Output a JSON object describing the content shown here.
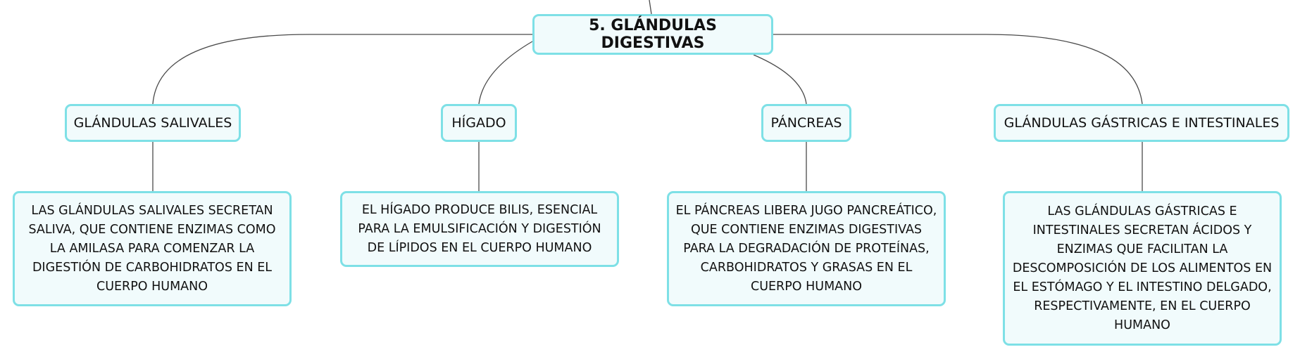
{
  "root": {
    "label": "5. GLÁNDULAS DIGESTIVAS"
  },
  "branches": [
    {
      "topic": "GLÁNDULAS SALIVALES",
      "description": "LAS GLÁNDULAS SALIVALES SECRETAN SALIVA, QUE CONTIENE ENZIMAS COMO LA AMILASA PARA COMENZAR LA DIGESTIÓN DE CARBOHIDRATOS EN EL CUERPO HUMANO"
    },
    {
      "topic": "HÍGADO",
      "description": "EL HÍGADO PRODUCE BILIS, ESENCIAL PARA LA EMULSIFICACIÓN Y DIGESTIÓN DE LÍPIDOS EN EL CUERPO HUMANO"
    },
    {
      "topic": "PÁNCREAS",
      "description": "EL PÁNCREAS LIBERA JUGO PANCREÁTICO, QUE CONTIENE ENZIMAS DIGESTIVAS PARA LA DEGRADACIÓN DE PROTEÍNAS, CARBOHIDRATOS Y GRASAS EN EL CUERPO HUMANO"
    },
    {
      "topic": "GLÁNDULAS GÁSTRICAS E INTESTINALES",
      "description": "LAS GLÁNDULAS GÁSTRICAS E INTESTINALES SECRETAN ÁCIDOS Y ENZIMAS QUE FACILITAN LA DESCOMPOSICIÓN DE LOS ALIMENTOS EN EL ESTÓMAGO Y EL INTESTINO DELGADO, RESPECTIVAMENTE, EN EL CUERPO HUMANO"
    }
  ],
  "colors": {
    "node_border": "#7ee0e6",
    "node_fill": "#f1fbfc",
    "connector": "#4a4a4a"
  }
}
